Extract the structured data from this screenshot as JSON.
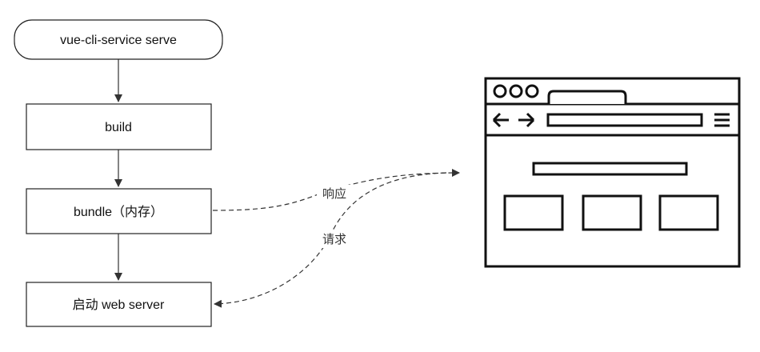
{
  "nodes": {
    "start": "vue-cli-service serve",
    "build": "build",
    "bundle": "bundle（内存）",
    "server": "启动 web server"
  },
  "edges": {
    "response": "响应",
    "request": "请求"
  }
}
